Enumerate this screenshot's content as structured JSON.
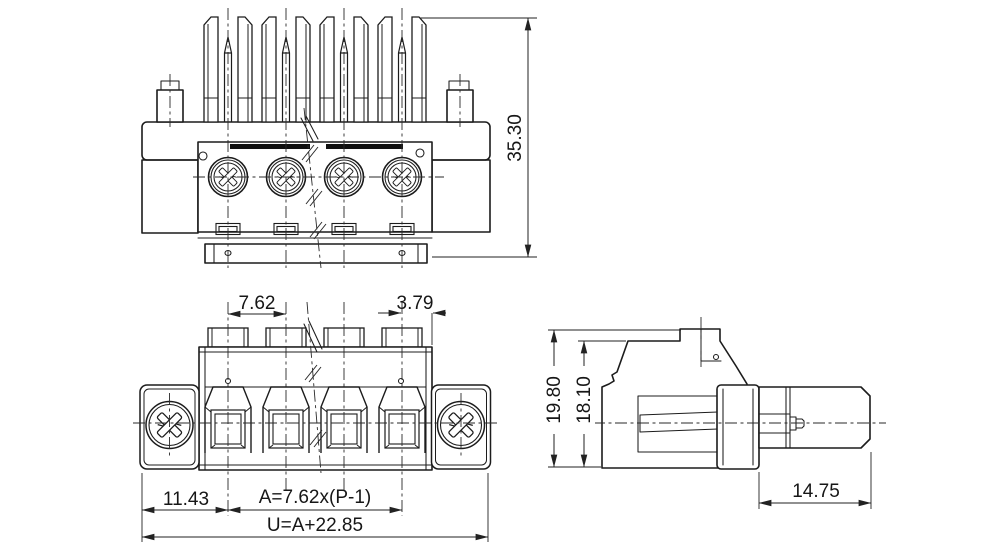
{
  "document": {
    "type": "engineering-drawing",
    "subject": "pluggable terminal block connector, 3 orthographic views with break lines for variable pole count",
    "colors": {
      "line": "#1c1c1c",
      "background": "#ffffff"
    }
  },
  "dims": {
    "front_height": "35.30",
    "pitch": "7.62",
    "half_pitch": "3.79",
    "left_offset": "11.43",
    "length_a": "A=7.62x(P-1)",
    "length_u": "U=A+22.85",
    "side_outer_height": "19.80",
    "side_inner_height": "18.10",
    "flange_length": "14.75"
  }
}
